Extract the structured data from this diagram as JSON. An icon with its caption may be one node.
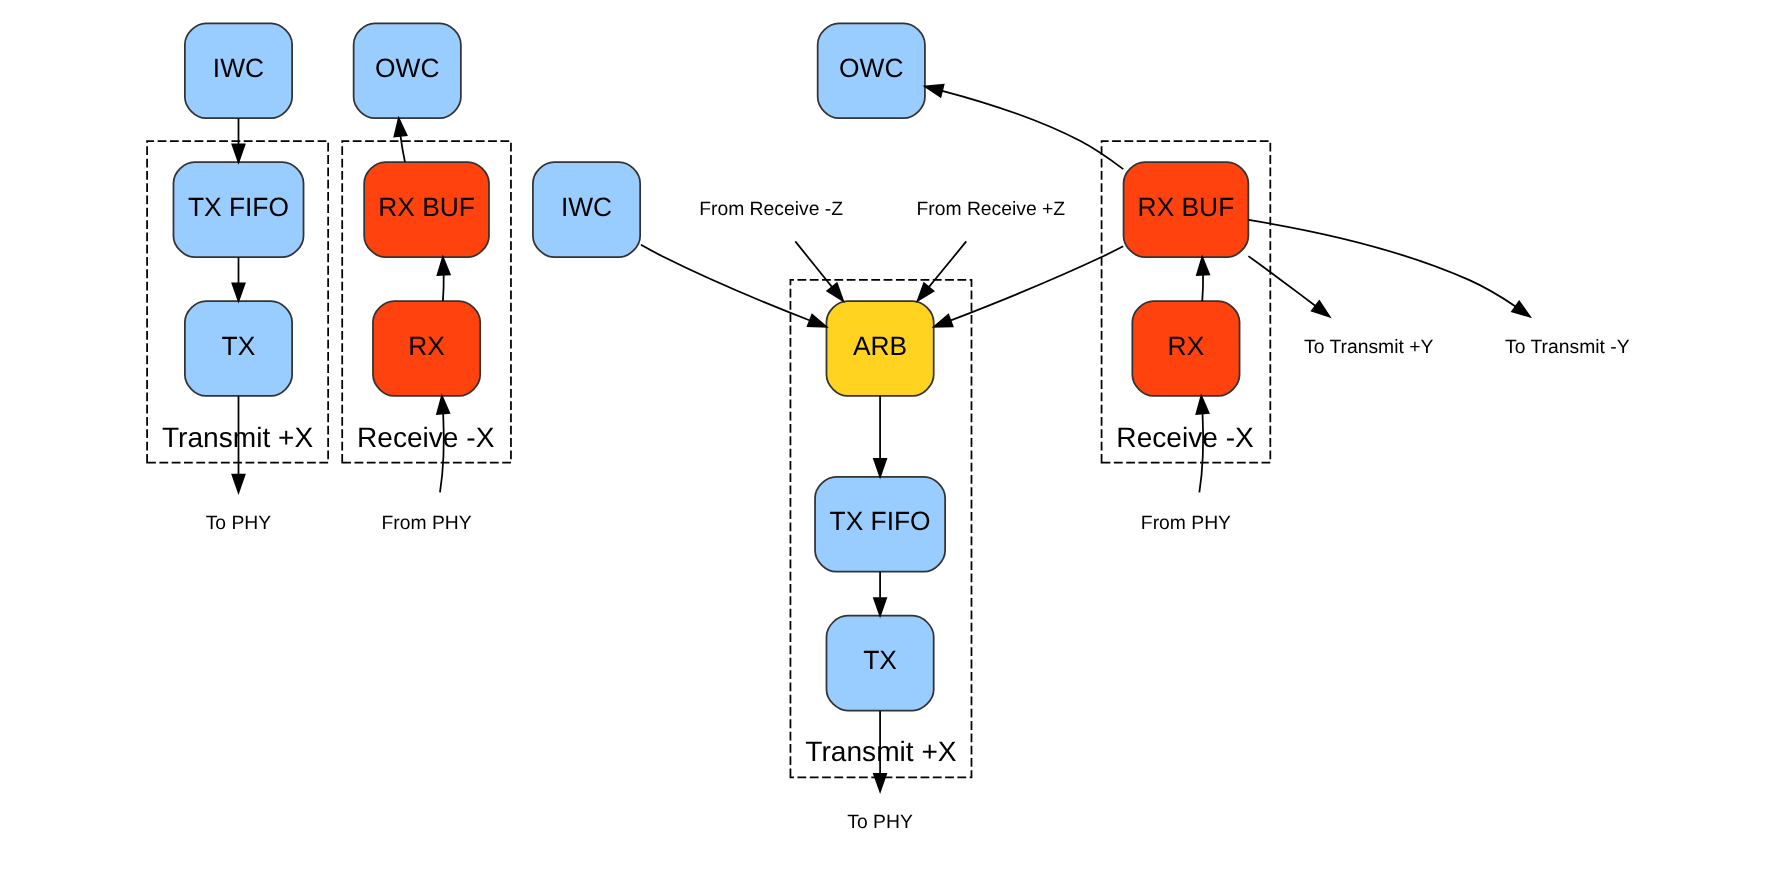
{
  "diagram": {
    "nodes": [
      {
        "text": [
          "IWC"
        ]
      },
      {
        "text": [
          "OWC"
        ]
      },
      {
        "text": [
          "Transmit +X"
        ]
      },
      {
        "text": [
          "TX FIFO"
        ],
        "in": 2
      },
      {
        "text": [
          "TX"
        ],
        "in": 2
      },
      {
        "text": [
          "Receive -X"
        ]
      },
      {
        "text": [
          "RX BUF"
        ],
        "in": 5
      },
      {
        "text": [
          "RX"
        ],
        "in": 5
      },
      {
        "text": [
          "To PHY"
        ]
      },
      {
        "text": [
          "From PHY"
        ]
      },
      {
        "text": [
          "IWC"
        ]
      },
      {
        "text": [
          "OWC"
        ]
      },
      {
        "text": [
          "Transmit +X"
        ]
      },
      {
        "text": [
          "ARB"
        ],
        "in": 12
      },
      {
        "text": [
          "TX FIFO"
        ],
        "in": 12
      },
      {
        "text": [
          "TX"
        ],
        "in": 12
      },
      {
        "text": [
          "Receive -X"
        ]
      },
      {
        "text": [
          "RX BUF"
        ],
        "in": 16
      },
      {
        "text": [
          "RX"
        ],
        "in": 16
      },
      {
        "text": [
          "From Receive -Z"
        ]
      },
      {
        "text": [
          "From Receive +Z"
        ]
      },
      {
        "text": [
          "To Transmit +Y"
        ]
      },
      {
        "text": [
          "To Transmit -Y"
        ]
      },
      {
        "text": [
          "To PHY"
        ]
      },
      {
        "text": [
          "From PHY"
        ]
      }
    ],
    "edges": [
      {
        "from": 0,
        "to": 3,
        "arrow": "to"
      },
      {
        "from": 3,
        "to": 4,
        "arrow": "to"
      },
      {
        "from": 4,
        "to": 8,
        "arrow": "to"
      },
      {
        "from": 9,
        "to": 7,
        "arrow": "to"
      },
      {
        "from": 7,
        "to": 6,
        "arrow": "to"
      },
      {
        "from": 6,
        "to": 1,
        "arrow": "to"
      },
      {
        "from": 10,
        "to": 13,
        "arrow": "to"
      },
      {
        "from": 19,
        "to": 13,
        "arrow": "to"
      },
      {
        "from": 20,
        "to": 13,
        "arrow": "to"
      },
      {
        "from": 13,
        "to": 14,
        "arrow": "to"
      },
      {
        "from": 14,
        "to": 15,
        "arrow": "to"
      },
      {
        "from": 15,
        "to": 23,
        "arrow": "to"
      },
      {
        "from": 24,
        "to": 18,
        "arrow": "to"
      },
      {
        "from": 18,
        "to": 17,
        "arrow": "to"
      },
      {
        "from": 17,
        "to": 11,
        "arrow": "to"
      },
      {
        "from": 17,
        "to": 13,
        "arrow": "to"
      },
      {
        "from": 17,
        "to": 21,
        "arrow": "to"
      },
      {
        "from": 17,
        "to": 22,
        "arrow": "to"
      }
    ]
  }
}
